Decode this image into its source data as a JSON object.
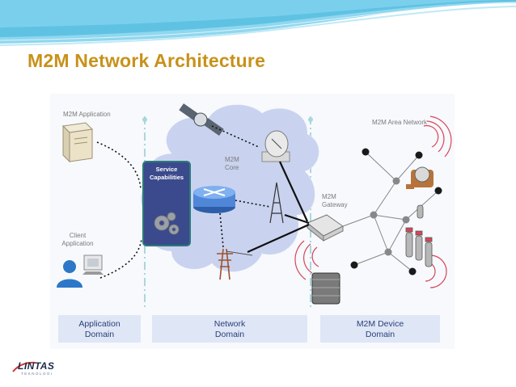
{
  "slide": {
    "title": "M2M Network Architecture"
  },
  "diagram": {
    "labels": {
      "m2m_application": "M2M Application",
      "client_application_line1": "Client",
      "client_application_line2": "Application",
      "service_capabilities_line1": "Service",
      "service_capabilities_line2": "Capabilities",
      "m2m_core_line1": "M2M",
      "m2m_core_line2": "Core",
      "m2m_gateway_line1": "M2M",
      "m2m_gateway_line2": "Gateway",
      "m2m_area_network": "M2M Area Network"
    },
    "domains": [
      {
        "line1": "Application",
        "line2": "Domain"
      },
      {
        "line1": "Network",
        "line2": "Domain"
      },
      {
        "line1": "M2M Device",
        "line2": "Domain"
      }
    ]
  },
  "logo": {
    "name": "LINTAS",
    "subtitle": "TEKNOLOGI"
  },
  "colors": {
    "title": "#c8911a",
    "cloud": "#c9d3ef",
    "domain_box": "#dfe6f5",
    "service_box": "#3b4a8c",
    "router": "#4f86d8",
    "wave": "#6ac7e6"
  }
}
